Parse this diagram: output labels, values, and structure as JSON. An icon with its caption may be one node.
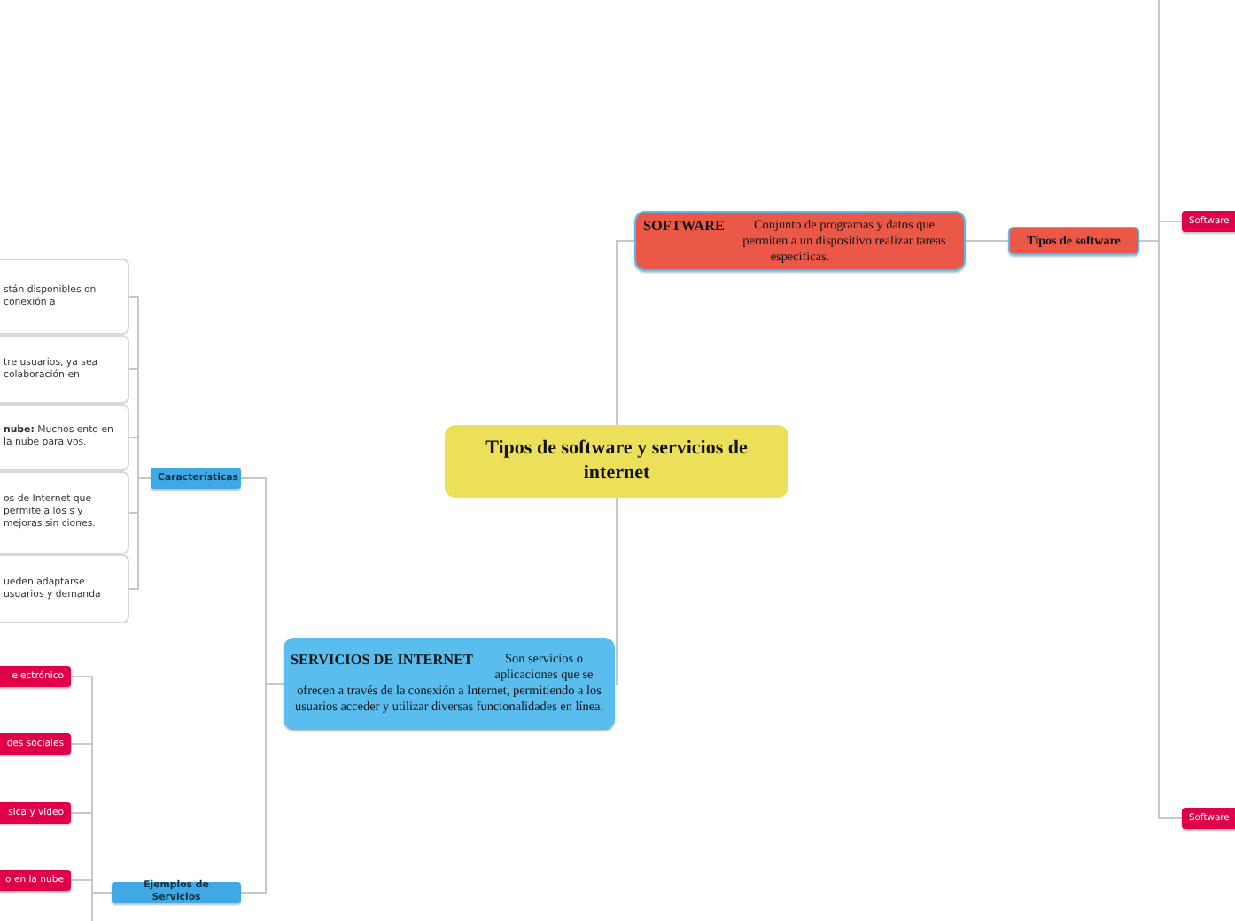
{
  "diagram": {
    "nodes": [
      {
        "text": [
          "Tipos de software y servicios de internet"
        ]
      },
      {
        "text": [
          "SOFTWARE",
          "Conjunto de programas y datos que permiten a un dispositivo realizar tareas específicas."
        ]
      },
      {
        "text": [
          "Tipos de software"
        ]
      },
      {
        "text": [
          "Software"
        ]
      },
      {
        "text": [
          "Software"
        ]
      },
      {
        "text": [
          "SERVICIOS DE INTERNET",
          "Son servicios o aplicaciones que se ofrecen a través de la conexión a Internet, permitiendo a los usuarios acceder y utilizar diversas funcionalidades en línea."
        ]
      },
      {
        "text": [
          "Características"
        ]
      },
      {
        "text": [
          "stán disponibles on conexión a"
        ]
      },
      {
        "text": [
          "tre usuarios, ya sea colaboración en"
        ]
      },
      {
        "text": [
          "**nube:** Muchos ento en la nube para vos."
        ]
      },
      {
        "text": [
          "os de Internet que permite a los s y mejoras sin ciones."
        ]
      },
      {
        "text": [
          "ueden adaptarse usuarios y demanda"
        ]
      },
      {
        "text": [
          "Ejemplos de Servicios"
        ]
      },
      {
        "text": [
          "electrónico"
        ]
      },
      {
        "text": [
          "des sociales"
        ]
      },
      {
        "text": [
          "sica y video"
        ]
      },
      {
        "text": [
          "o en la nube"
        ]
      }
    ],
    "edges": [
      {
        "from": 0,
        "to": 1,
        "arrow": "none"
      },
      {
        "from": 0,
        "to": 5,
        "arrow": "none"
      },
      {
        "from": 1,
        "to": 2,
        "arrow": "none"
      },
      {
        "from": 2,
        "to": 3,
        "arrow": "none"
      },
      {
        "from": 2,
        "to": 4,
        "arrow": "none"
      },
      {
        "from": 2,
        "to": null,
        "arrow": "none"
      },
      {
        "from": 5,
        "to": 6,
        "arrow": "none"
      },
      {
        "from": 5,
        "to": 12,
        "arrow": "none"
      },
      {
        "from": 6,
        "to": 7,
        "arrow": "none"
      },
      {
        "from": 6,
        "to": 8,
        "arrow": "none"
      },
      {
        "from": 6,
        "to": 9,
        "arrow": "none"
      },
      {
        "from": 6,
        "to": 10,
        "arrow": "none"
      },
      {
        "from": 6,
        "to": 11,
        "arrow": "none"
      },
      {
        "from": 12,
        "to": 13,
        "arrow": "none"
      },
      {
        "from": 12,
        "to": 14,
        "arrow": "none"
      },
      {
        "from": 12,
        "to": 15,
        "arrow": "none"
      },
      {
        "from": 12,
        "to": 16,
        "arrow": "none"
      },
      {
        "from": 12,
        "to": null,
        "arrow": "none"
      }
    ]
  }
}
